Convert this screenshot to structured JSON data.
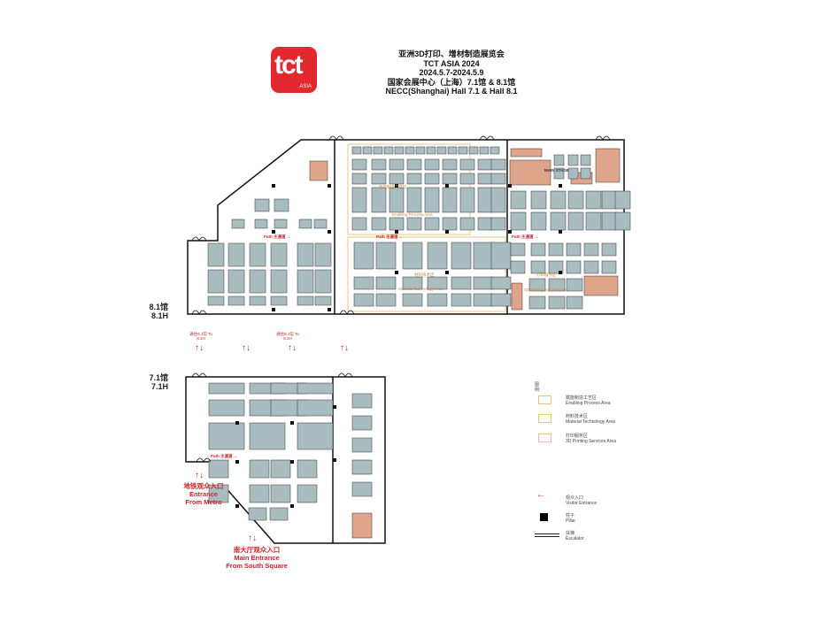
{
  "header": {
    "logo": {
      "main": "tct",
      "sub": "ASIA"
    },
    "title_lines": [
      "亚洲3D打印、增材制造展览会",
      "TCT ASIA 2024",
      "2024.5.7-2024.5.9",
      "国家会展中心（上海）7.1馆 & 8.1馆",
      "NECC(Shanghai) Hall 7.1 & Hall 8.1"
    ]
  },
  "halls": {
    "hall_81": {
      "cn": "8.1馆",
      "en": "8.1H"
    },
    "hall_71": {
      "cn": "7.1馆",
      "en": "7.1H"
    }
  },
  "areas": {
    "enabling": {
      "cn": "赋能制造工艺区",
      "en": "Enabling Process Area"
    },
    "material": {
      "cn": "材料技术区",
      "en": "Material Technology Area"
    },
    "services": {
      "cn": "打印服务区",
      "en": "3D Printing Services Area"
    },
    "main_stage": "MAIN STAGE"
  },
  "paths": {
    "main_path": "Path 主通道 →"
  },
  "connectors": {
    "to_81": "通往8.1馆 To 8.1H",
    "arrows": "↑↓"
  },
  "entrances": {
    "metro": {
      "cn": "地铁观众入口",
      "en1": "Entrance",
      "en2": "From Metro"
    },
    "south": {
      "cn": "南大厅观众入口",
      "en1": "Main Entrance",
      "en2": "From South Square"
    }
  },
  "legend": {
    "title": "图例:",
    "items": [
      {
        "cn": "赋能制造工艺区",
        "en": "Enabling Process Area"
      },
      {
        "cn": "材料技术区",
        "en": "Material Technology Area"
      },
      {
        "cn": "打印服务区",
        "en": "3D Printing Services Area"
      },
      {
        "cn": "观众入口",
        "en": "Visitor Entrance"
      },
      {
        "cn": "柱子",
        "en": "Pillar"
      },
      {
        "cn": "扶梯",
        "en": "Escalator"
      }
    ]
  },
  "colors": {
    "booth": "#a9bdc1",
    "feature": "#dfa58b",
    "accent": "#c8262c",
    "area_border": "#e8c77a",
    "logo": "#e3282f"
  }
}
